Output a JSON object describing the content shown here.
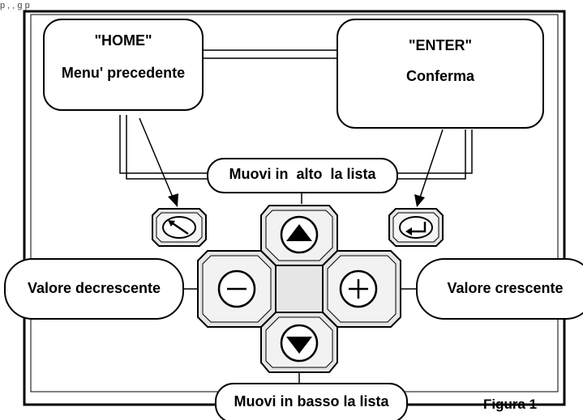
{
  "header_fragment": "p                    ,            ,                                            g                  p",
  "callouts": {
    "home": {
      "title": "\"HOME\"",
      "subtitle": "Menu' precedente"
    },
    "enter": {
      "title": "\"ENTER\"",
      "subtitle": "Conferma"
    }
  },
  "labels": {
    "up": "Muovi in  alto  la lista",
    "down": "Muovi in basso la lista",
    "decrease": "Valore decrescente",
    "increase": "Valore crescente"
  },
  "figure_caption": "Figura 1",
  "keys": {
    "home_key": "back-arrow-icon",
    "enter_key": "return-arrow-icon",
    "up_key": "up-triangle-icon",
    "down_key": "down-triangle-icon",
    "minus_key": "−",
    "plus_key": "+"
  },
  "colors": {
    "line": "#000000",
    "key_fill": "#e6e6e6",
    "key_inner": "#f8f8f8",
    "background": "#ffffff"
  }
}
